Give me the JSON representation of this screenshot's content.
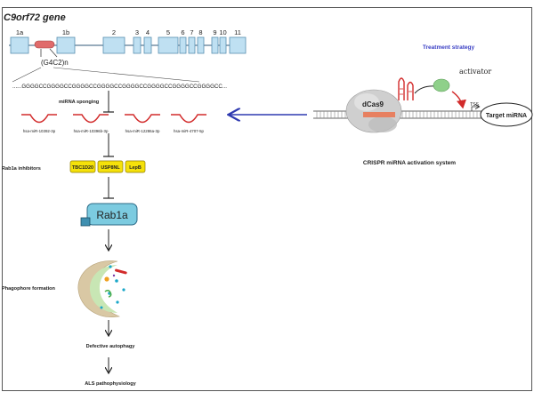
{
  "gene": {
    "title": "C9orf72 gene",
    "exons": [
      "1a",
      "1b",
      "2",
      "3",
      "4",
      "5",
      "6",
      "7",
      "8",
      "9",
      "10",
      "11"
    ],
    "repeat_label": "(G4C2)n",
    "repeat_sequence": "......GGGGCCGGGGCCGGGGCCGGGGCCGGGGCCGGGGCCGGGGCCGGGGCC...",
    "repeat_color": "#e06b6b",
    "exon_color": "#bfe0f2"
  },
  "pathway": {
    "sponging_label": "miRNA  sponging",
    "mirnas": [
      "hsa-miR-10392-3p",
      "hsa-miR-10396b-3p",
      "hsa-miR-12286a-3p",
      "hsa-miR-4707-5p"
    ],
    "mirna_color": "#d22b2b",
    "inhibitors_label": "Rab1a  inhibitors",
    "inhibitors": [
      "TBC1D20",
      "USP8NL",
      "LepB"
    ],
    "inhibitor_color": "#f5e10a",
    "rab1a_label": "Rab1a",
    "rab1a_color": "#7ccbe0",
    "phagophore_label": "Phagophore formation",
    "defective_label": "Defective autophagy",
    "als_label": "ALS pathophysiology"
  },
  "treatment": {
    "title": "Treatment strategy",
    "title_color": "#3a3fc4",
    "activator_label": "activator",
    "dcas9_label": "dCas9",
    "tss_label": "TSS",
    "target_label": "Target miRNA",
    "system_label": "CRISPR miRNA activation system",
    "arrow_color": "#2f3ab0"
  }
}
